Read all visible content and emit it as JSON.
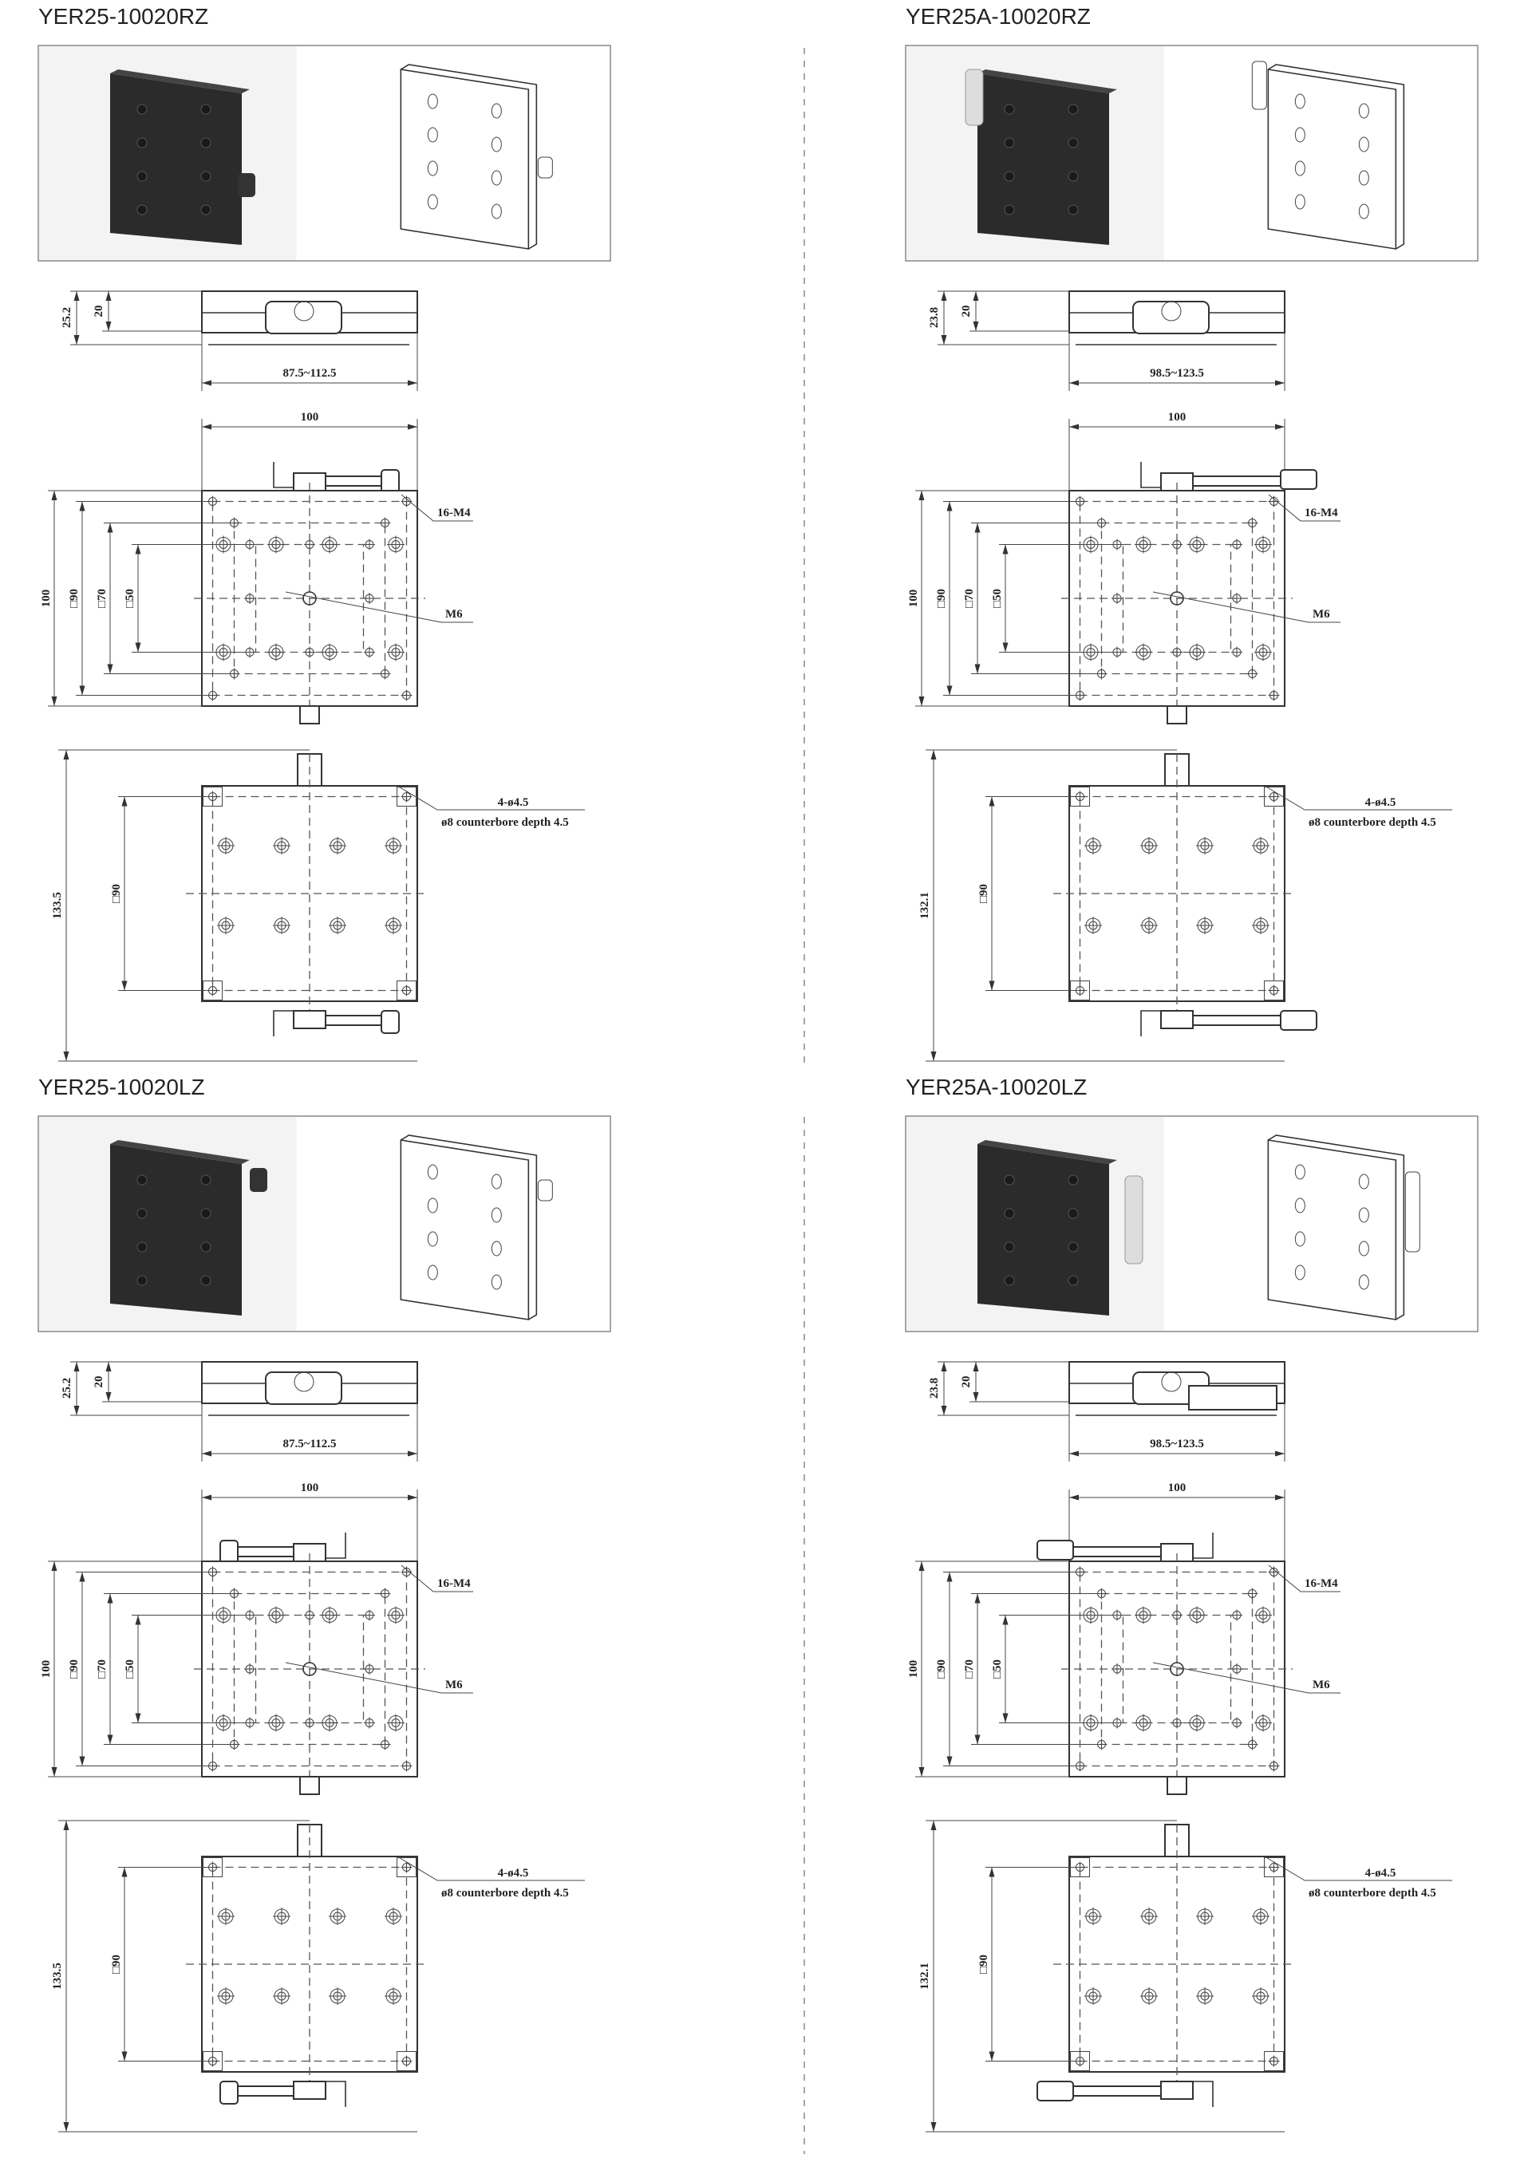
{
  "quadrants": [
    {
      "title": "YER25-10020RZ",
      "variant": "RZ",
      "side": {
        "total_height": "25.2",
        "height": "20",
        "travel": "87.5~112.5"
      },
      "top": {
        "width": "100",
        "height": "100",
        "sq90": "□90",
        "sq70": "□70",
        "sq50": "□50",
        "holes": "16-M4",
        "center": "M6"
      },
      "bottom": {
        "height": "133.5",
        "sq90": "□90",
        "holes": "4-ø4.5",
        "counterbore": "ø8 counterbore depth 4.5"
      }
    },
    {
      "title": "YER25A-10020RZ",
      "variant": "ARZ",
      "side": {
        "total_height": "23.8",
        "height": "20",
        "travel": "98.5~123.5"
      },
      "top": {
        "width": "100",
        "height": "100",
        "sq90": "□90",
        "sq70": "□70",
        "sq50": "□50",
        "holes": "16-M4",
        "center": "M6"
      },
      "bottom": {
        "height": "132.1",
        "sq90": "□90",
        "holes": "4-ø4.5",
        "counterbore": "ø8 counterbore depth 4.5"
      }
    },
    {
      "title": "YER25-10020LZ",
      "variant": "LZ",
      "side": {
        "total_height": "25.2",
        "height": "20",
        "travel": "87.5~112.5"
      },
      "top": {
        "width": "100",
        "height": "100",
        "sq90": "□90",
        "sq70": "□70",
        "sq50": "□50",
        "holes": "16-M4",
        "center": "M6"
      },
      "bottom": {
        "height": "133.5",
        "sq90": "□90",
        "holes": "4-ø4.5",
        "counterbore": "ø8 counterbore depth 4.5"
      }
    },
    {
      "title": "YER25A-10020LZ",
      "variant": "ALZ",
      "side": {
        "total_height": "23.8",
        "height": "20",
        "travel": "98.5~123.5"
      },
      "top": {
        "width": "100",
        "height": "100",
        "sq90": "□90",
        "sq70": "□70",
        "sq50": "□50",
        "holes": "16-M4",
        "center": "M6"
      },
      "bottom": {
        "height": "132.1",
        "sq90": "□90",
        "holes": "4-ø4.5",
        "counterbore": "ø8 counterbore depth 4.5"
      }
    }
  ]
}
